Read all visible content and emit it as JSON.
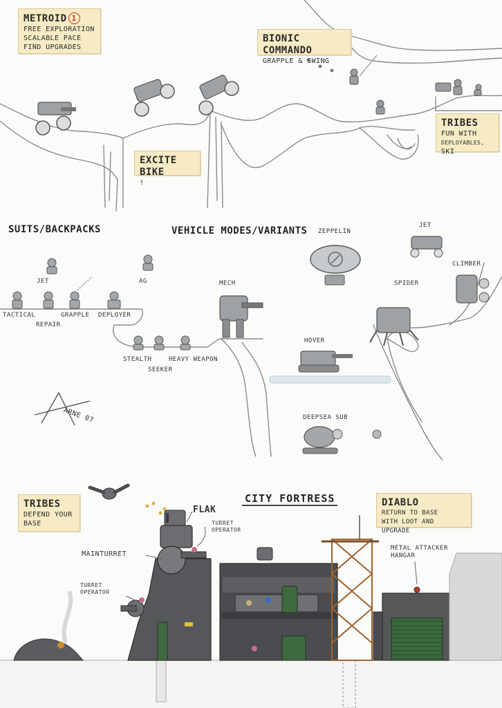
{
  "notes": {
    "metroid": {
      "title": "METROID",
      "badge": "1",
      "lines": [
        "FREE EXPLORATION",
        "SCALABLE PACE",
        "FIND UPGRADES"
      ]
    },
    "bionic": {
      "title": "BIONIC COMMANDO",
      "lines": [
        "GRAPPLE & SWING"
      ]
    },
    "tribes_top": {
      "title": "TRIBES",
      "lines": [
        "FUN WITH",
        "DEPLOYABLES,",
        "SKI"
      ]
    },
    "excite": {
      "title": "EXCITE BIKE",
      "lines": [
        "!"
      ]
    },
    "tribes_bottom": {
      "title": "TRIBES",
      "lines": [
        "DEFEND YOUR",
        "BASE"
      ]
    },
    "diablo": {
      "title": "DIABLO",
      "lines": [
        "RETURN TO BASE",
        "WITH LOOT AND UPGRADE"
      ]
    }
  },
  "sections": {
    "suits": "SUITS/BACKPACKS",
    "vehicles": "VEHICLE MODES/VARIANTS",
    "city": "CITY FORTRESS"
  },
  "suit_labels": {
    "jet": "JET",
    "ag": "AG",
    "tactical": "TACTICAL",
    "repair": "REPAIR",
    "grapple": "GRAPPLE",
    "deployer": "DEPLOYER",
    "stealth": "STEALTH",
    "heavy_weapon": "HEAVY WEAPON",
    "seeker": "SEEKER"
  },
  "vehicle_labels": {
    "zeppelin": "ZEPPELIN",
    "jet": "JET",
    "climber": "CLIMBER",
    "mech": "MECH",
    "spider": "SPIDER",
    "hover": "HOVER",
    "deepsea_sub": "DEEPSEA SUB"
  },
  "fortress_labels": {
    "flak": "FLAK",
    "turret_operator_top": "TURRET OPERATOR",
    "main_turret": "MAINTURRET",
    "turret_operator_left": "TURRET OPERATOR",
    "hangar": "METAL ATTACKER HANGAR"
  },
  "signature": "ARNE 07",
  "colors": {
    "note_bg": "#f6ebc4",
    "sketch_line": "#8a8a8a",
    "fortress_dark": "#4a4c4f",
    "fortress_mid": "#6b6d70",
    "tower_rust": "#a0632e",
    "hangar_door": "#3e6b3e",
    "badge_red": "#c0392b"
  }
}
